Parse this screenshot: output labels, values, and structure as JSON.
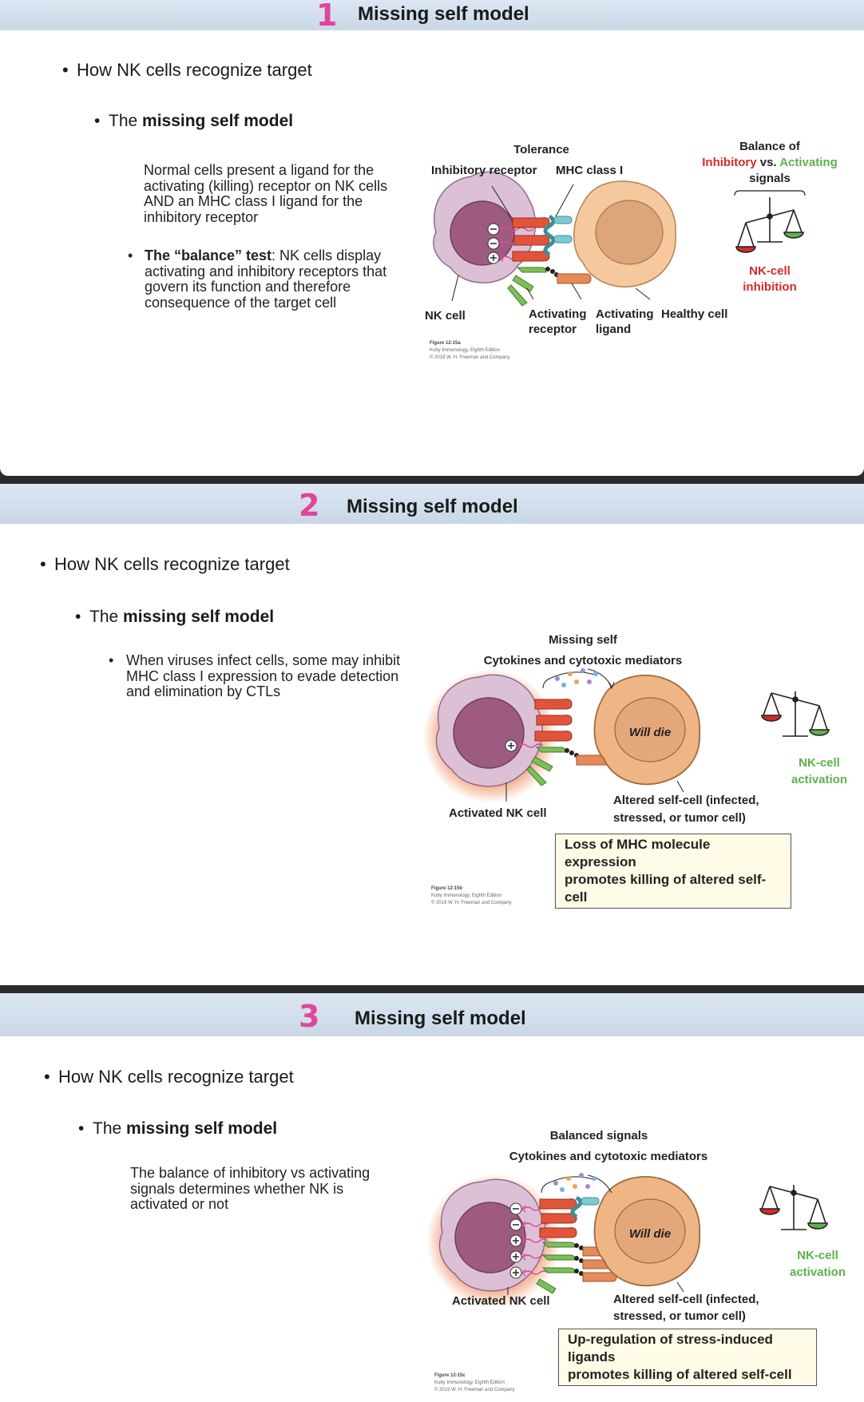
{
  "slides": [
    {
      "number": "1",
      "title": "Missing self model",
      "bullet1": "How NK cells recognize target",
      "bullet2_prefix": "The ",
      "bullet2_bold": "missing self model",
      "para1": "Normal cells present a ligand for the activating (killing) receptor on NK cells AND an MHC class I ligand for the inhibitory receptor",
      "para2_bold": "The “balance” test",
      "para2_rest": ": NK cells display activating and inhibitory receptors that govern its function and therefore consequence of the target cell",
      "figure": {
        "top_label": "Tolerance",
        "inhibitory_receptor": "Inhibitory receptor",
        "mhc_class_i": "MHC class I",
        "balance_line1": "Balance of",
        "balance_inhibitory": "Inhibitory",
        "balance_vs": " vs. ",
        "balance_activating": "Activating",
        "balance_line3": "signals",
        "nk_cell": "NK cell",
        "activating_receptor_1": "Activating",
        "activating_receptor_2": "receptor",
        "activating_ligand_1": "Activating",
        "activating_ligand_2": "ligand",
        "healthy_cell": "Healthy cell",
        "outcome_1": "NK-cell",
        "outcome_2": "inhibition",
        "caption_1": "Figure 12-15a",
        "caption_2": "Kuby Immunology, Eighth Edition",
        "caption_3": "© 2019 W. H. Freeman and Company"
      }
    },
    {
      "number": "2",
      "title": "Missing self model",
      "bullet1": "How NK cells recognize target",
      "bullet2_prefix": "The ",
      "bullet2_bold": "missing self model",
      "para1": "When viruses infect cells, some may inhibit MHC class I expression to evade detection and elimination by CTLs",
      "figure": {
        "top_label": "Missing self",
        "mediators": "Cytokines and cytotoxic mediators",
        "will_die": "Will die",
        "nk_cell": "Activated NK cell",
        "altered_1": "Altered self-cell (infected,",
        "altered_2": "stressed, or tumor cell)",
        "outcome_1": "NK-cell",
        "outcome_2": "activation",
        "box_1": "Loss of MHC molecule expression",
        "box_2": "promotes killing of altered self-cell",
        "caption_1": "Figure 12-15b",
        "caption_2": "Kuby Immunology, Eighth Edition",
        "caption_3": "© 2019 W. H. Freeman and Company"
      }
    },
    {
      "number": "3",
      "title": "Missing self model",
      "bullet1": "How NK cells recognize target",
      "bullet2_prefix": "The ",
      "bullet2_bold": "missing self model",
      "para1": "The balance of inhibitory vs activating signals determines whether NK is activated or not",
      "figure": {
        "top_label": "Balanced signals",
        "mediators": "Cytokines and cytotoxic mediators",
        "will_die": "Will die",
        "nk_cell": "Activated NK cell",
        "altered_1": "Altered self-cell (infected,",
        "altered_2": "stressed, or tumor cell)",
        "outcome_1": "NK-cell",
        "outcome_2": "activation",
        "box_1": "Up-regulation of stress-induced ligands",
        "box_2": "promotes killing of altered self-cell",
        "caption_1": "Figure 12-15c",
        "caption_2": "Kuby Immunology, Eighth Edition",
        "caption_3": "© 2019 W. H. Freeman and Company"
      }
    }
  ],
  "colors": {
    "nk_cell_body": "#dcc0d6",
    "nk_nucleus": "#9e5b82",
    "target_cell": "#f5c89e",
    "target_nucleus": "#dca57c",
    "inhibitory_receptor": "#e2543a",
    "mhc": "#5db7c0",
    "activating_receptor": "#7cbf5b",
    "activating_ligand": "#e58a5a",
    "signal_arrow": "#e0459a",
    "red_text": "#d42a2a",
    "green_text": "#5cb14a"
  }
}
